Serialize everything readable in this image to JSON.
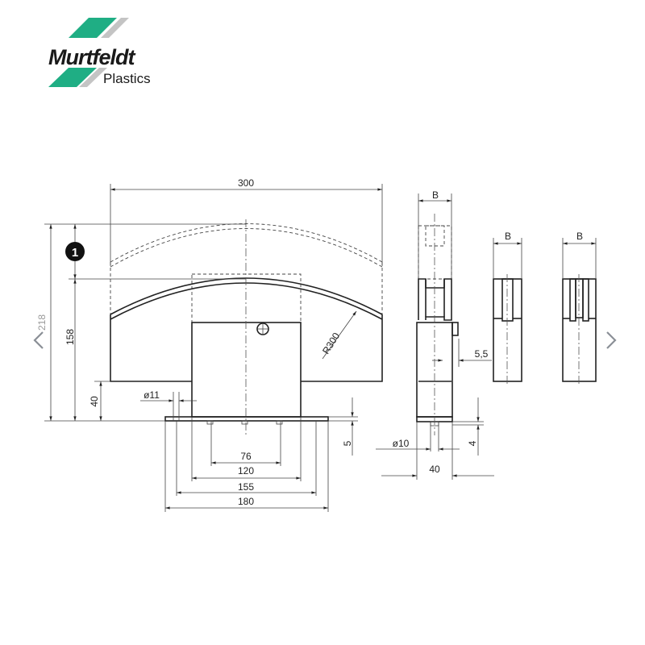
{
  "logo": {
    "brand": "Murtfeldt",
    "sub": "Plastics",
    "accent": "#1fae84",
    "stripe_gray": "#c4c4c4"
  },
  "navigation": {
    "prev_icon": "chevron-left-icon",
    "next_icon": "chevron-right-icon"
  },
  "drawing": {
    "callout": "1",
    "front_view": {
      "width": "300",
      "total_height": "218",
      "height": "158",
      "base_height": "40",
      "hole_dia": "ø11",
      "radius": "R300",
      "plate_thickness": "5",
      "hole_spacing": "76",
      "body_width": "120",
      "hole_pitch": "155",
      "plate_width": "180"
    },
    "side_view": {
      "width_label": "B",
      "offset": "5,5",
      "pin_dia": "ø10",
      "depth": "40",
      "pin_height": "4"
    },
    "variant_a": {
      "width_label": "B"
    },
    "variant_b": {
      "width_label": "B"
    }
  }
}
